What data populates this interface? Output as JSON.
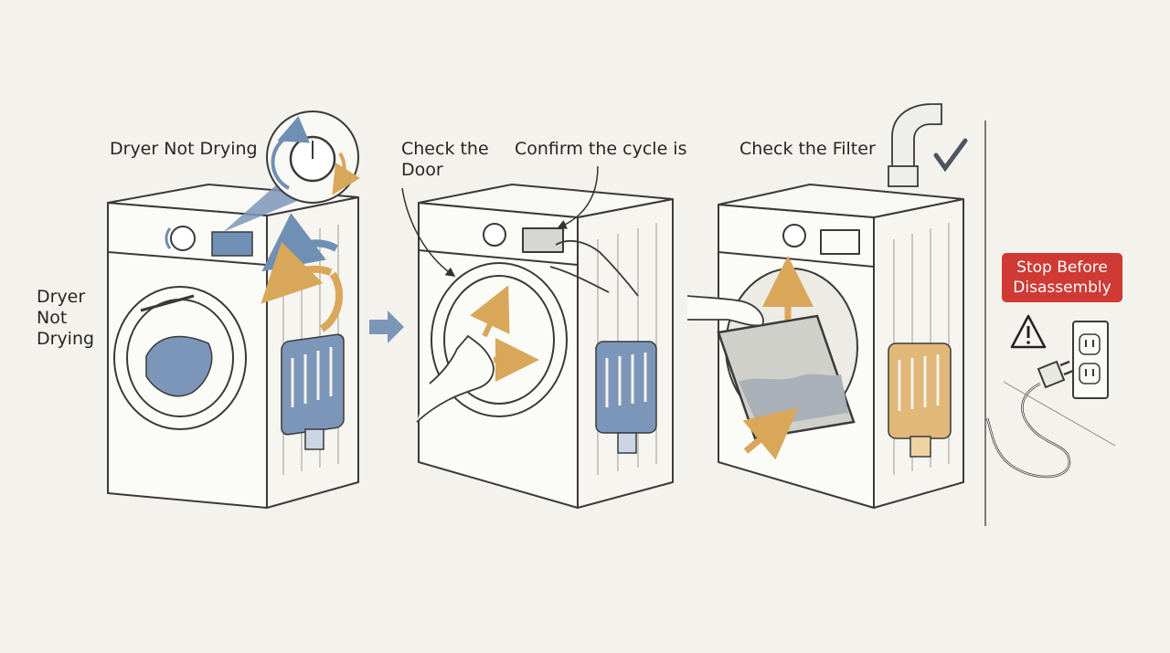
{
  "labels": {
    "panel1_title": "Dryer Not Drying",
    "panel1_side": [
      "Dryer",
      "Not",
      "Drying"
    ],
    "panel2_door": [
      "Check the",
      "Door"
    ],
    "panel2_cycle": "Confirm the cycle is",
    "panel3_filter": "Check the Filter",
    "panel4_warning": [
      "Stop Before",
      "Disassembly"
    ]
  },
  "icons": {
    "panel1": [
      "dryer-icon",
      "dial-knob-icon",
      "rotation-arrow-icon",
      "heating-element-icon",
      "laundry-icon"
    ],
    "between": [
      "right-arrow-icon"
    ],
    "panel2": [
      "dryer-icon",
      "hand-icon",
      "arrow-icon",
      "heating-element-icon"
    ],
    "panel3": [
      "dryer-icon",
      "vent-duct-icon",
      "checkmark-icon",
      "lint-filter-icon",
      "hand-icon",
      "airflow-arrow-icon",
      "heating-element-icon"
    ],
    "panel4": [
      "warning-triangle-icon",
      "wall-outlet-icon",
      "power-plug-icon"
    ]
  },
  "colors": {
    "background": "#f3f2ec",
    "outline": "#3a3a3a",
    "blue_accent": "#6f8fb4",
    "gold_accent": "#d9a75a",
    "warning_red": "#cf3a35"
  }
}
